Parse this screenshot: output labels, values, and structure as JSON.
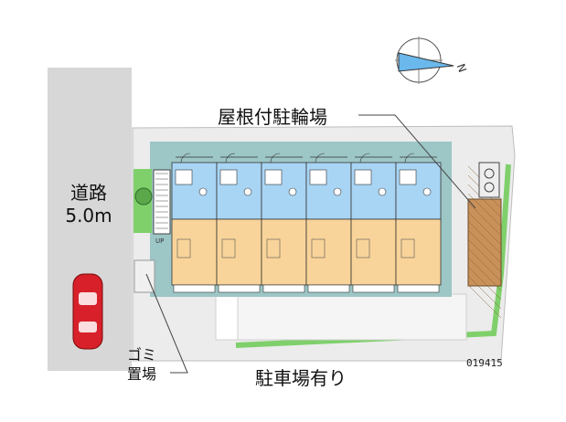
{
  "labels": {
    "road_line1": "道路",
    "road_line2": "5.0m",
    "bike_parking": "屋根付駐輪場",
    "parking": "駐車場有り",
    "trash_line1": "ゴミ",
    "trash_line2": "置場",
    "property_code": "019415",
    "compass_letter": "N",
    "stair_up": "UP"
  },
  "colors": {
    "road": "#d7d7d7",
    "site_ground": "#ececec",
    "shadow_band": "#9dc6c6",
    "room_blue": "#a9d5f5",
    "room_orange": "#f9d49a",
    "carport": "#c9915a",
    "greenery": "#7fd06b",
    "car": "#d7202a"
  },
  "units": [
    "unit-1",
    "unit-2",
    "unit-3",
    "unit-4",
    "unit-5",
    "unit-6"
  ]
}
